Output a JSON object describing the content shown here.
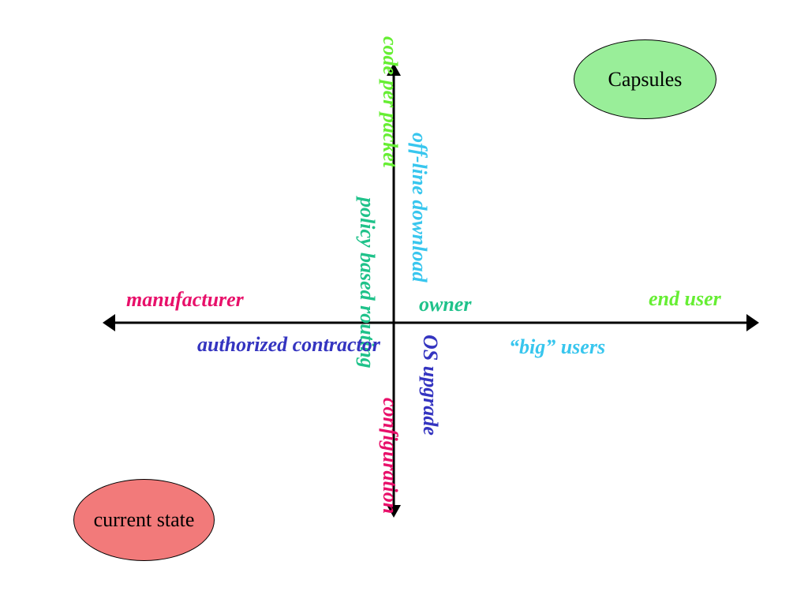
{
  "colors": {
    "magenta": "#e8106a",
    "green": "#66ee33",
    "teal": "#1fc28a",
    "sky": "#38c6ee",
    "blue": "#3434c0",
    "capsules_fill": "#99ee99",
    "current_state_fill": "#f27a7a"
  },
  "horizontal_labels": {
    "manufacturer": "manufacturer",
    "owner": "owner",
    "end_user": "end user",
    "authorized_contractor": "authorized contractor",
    "big_users": "“big” users"
  },
  "vertical_labels": {
    "code_per_packet": "code per packet",
    "policy_based_routing": "policy based routing",
    "off_line_download": "off-line download",
    "os_upgrade": "OS upgrade",
    "configuration": "configuration"
  },
  "nodes": {
    "capsules": "Capsules",
    "current_state": "current state"
  }
}
